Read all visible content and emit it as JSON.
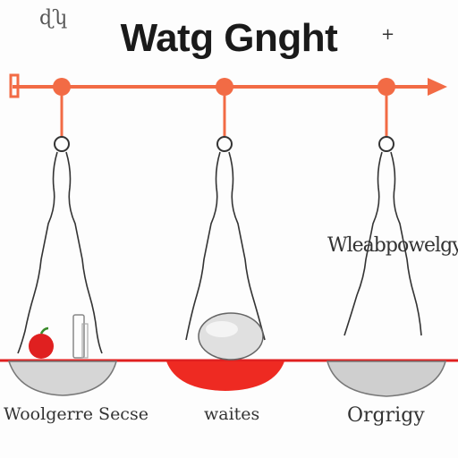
{
  "title": "Watg Gnght",
  "marks": {
    "corner": "ɖʮ",
    "plus": "+"
  },
  "labels": {
    "left": "Woolgerre Secse",
    "middle": "waites",
    "right": "Orgrigy",
    "side": "Wleabpowelgy"
  },
  "colors": {
    "beam": "#f26b45",
    "baseline": "#e02020",
    "bowl_fill": "#d6d6d6",
    "red_bowl": "#ee2a22",
    "chain": "#333333"
  }
}
